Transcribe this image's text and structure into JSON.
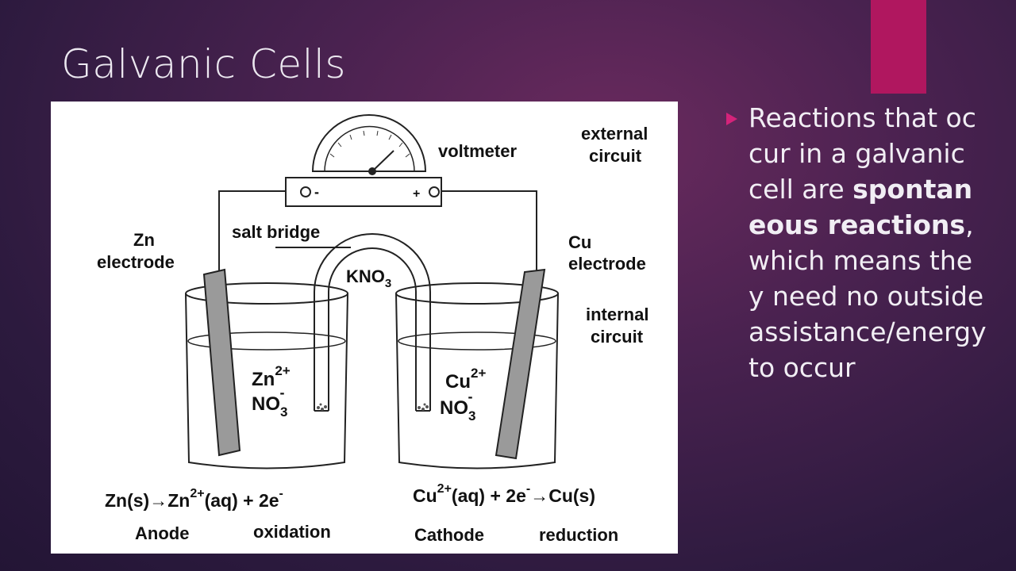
{
  "slide": {
    "title": "Galvanic Cells",
    "accent_color": "#b0175f",
    "bullet_marker_color": "#d4237a"
  },
  "bullet": {
    "text_before": "Reactions that occur in a galvanic cell are ",
    "bold_text": "spontaneous reactions",
    "text_after": ", which means they need no outside assistance/energy to occur"
  },
  "diagram": {
    "voltmeter": "voltmeter",
    "external_circuit_line1": "external",
    "external_circuit_line2": "circuit",
    "internal_circuit_line1": "internal",
    "internal_circuit_line2": "circuit",
    "salt_bridge": "salt bridge",
    "kno3_base": "KNO",
    "kno3_sub": "3",
    "zn_electrode_line1": "Zn",
    "zn_electrode_line2": "electrode",
    "cu_electrode_line1": "Cu",
    "cu_electrode_line2": "electrode",
    "minus_sign": "-",
    "plus_sign": "+",
    "left_solution": {
      "ion_base": "Zn",
      "ion_charge": "2+",
      "anion_base": "NO",
      "anion_sub": "3",
      "anion_charge": "-"
    },
    "right_solution": {
      "ion_base": "Cu",
      "ion_charge": "2+",
      "anion_base": "NO",
      "anion_sub": "3",
      "anion_charge": "-"
    },
    "anode_eq": {
      "p1": "Zn(s)",
      "arrow": "→",
      "p2": "Zn",
      "sup": "2+",
      "p3": "(aq) + 2e",
      "sup2": "-"
    },
    "cathode_eq": {
      "p1": "Cu",
      "sup": "2+",
      "p2": "(aq) + 2e",
      "sup2": "-",
      "arrow": "→",
      "p3": "Cu(s)"
    },
    "anode_label": "Anode",
    "oxidation_label": "oxidation",
    "cathode_label": "Cathode",
    "reduction_label": "reduction"
  }
}
